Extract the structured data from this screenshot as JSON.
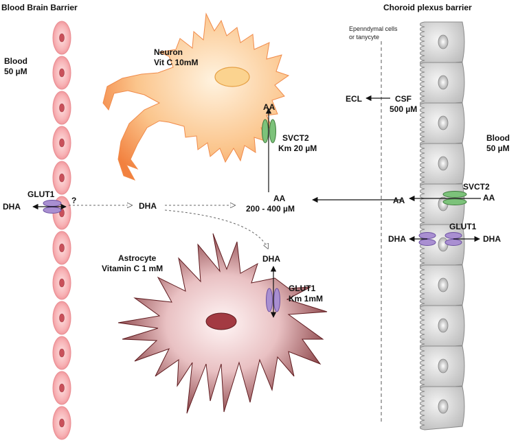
{
  "titles": {
    "bbb": "Blood Brain Barrier",
    "choroid": "Choroid plexus barrier"
  },
  "blood_left": {
    "label": "Blood",
    "conc": "50 µM"
  },
  "blood_right": {
    "label": "Blood",
    "conc": "50 µM"
  },
  "neuron": {
    "name": "Neuron",
    "vitc": "Vit C 10mM"
  },
  "astrocyte": {
    "name": "Astrocyte",
    "vitc": "Vitamin C 1 mM"
  },
  "ependymal": {
    "line1": "Epenndymal cells",
    "line2": "or tanycyte"
  },
  "csf": {
    "label": "CSF",
    "conc": "500 µM",
    "ecl": "ECL"
  },
  "extracellular": {
    "aa": "AA",
    "conc": "200 - 400 µM"
  },
  "neuron_transporter": {
    "name": "SVCT2",
    "km": "Km 20 µM",
    "aa": "AA"
  },
  "astro_transporter": {
    "name": "GLUT1",
    "km": "Km 1mM",
    "dha": "DHA"
  },
  "bbb_transporter": {
    "name": "GLUT1",
    "dha": "DHA",
    "unknown": "?",
    "dha_mid": "DHA"
  },
  "cp_svct2": {
    "name": "SVCT2",
    "aa_left": "AA",
    "aa_right": "AA"
  },
  "cp_glut1": {
    "name": "GLUT1",
    "dha_left": "DHA",
    "dha_right": "DHA"
  },
  "colors": {
    "endothelial": "#f3a3a7",
    "neuron": "#f7a25a",
    "astrocyte": "#7a2a2e",
    "choroid": "#c9c9c9",
    "svct2": "#7cc27a",
    "glut1": "#a98fd1"
  }
}
